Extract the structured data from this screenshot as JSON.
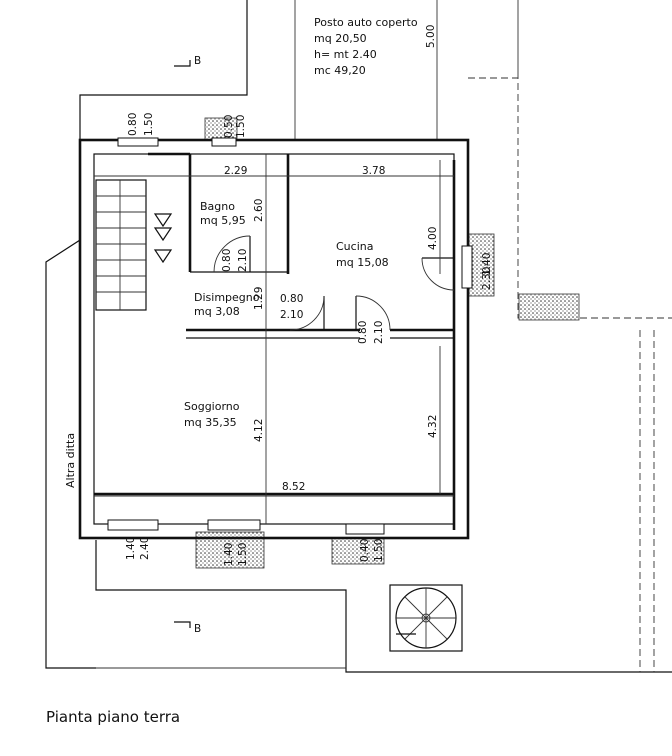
{
  "drawing_title": "Pianta piano terra",
  "section_marker": "B",
  "neighbor_label": "Altra ditta",
  "rooms": {
    "garage": {
      "name": "Posto auto coperto",
      "area": "mq 20,50",
      "height": "h= mt 2.40",
      "volume": "mc 49,20"
    },
    "bagno": {
      "name": "Bagno",
      "area": "mq 5,95"
    },
    "cucina": {
      "name": "Cucina",
      "area": "mq 15,08"
    },
    "disimpegno": {
      "name": "Disimpegno",
      "area": "mq 3,08"
    },
    "soggiorno": {
      "name": "Soggiorno",
      "area": "mq 35,35"
    }
  },
  "dimensions": {
    "garage_depth": "5.00",
    "top_win_w": "0.80",
    "top_win_h": "1.50",
    "hatch_top_a": "0.50",
    "hatch_top_b": "1.50",
    "bagno_width": "2.29",
    "cucina_width": "3.78",
    "bagno_depth": "2.60",
    "bagno_door_w": "0.80",
    "bagno_door_h": "2.10",
    "cucina_depth": "4.00",
    "right_win_w": "1.40",
    "right_win_h": "2.30",
    "disimpegno_depth": "1.29",
    "dis_door_w": "0.80",
    "dis_door_h": "2.10",
    "sog_door_w": "0.80",
    "sog_door_h": "2.10",
    "soggiorno_depth": "4.12",
    "soggiorno_right_depth": "4.32",
    "overall_width": "8.52",
    "bottom_win1_w": "1.40",
    "bottom_win1_h": "2.40",
    "bottom_win2_w": "1.40",
    "bottom_win2_h": "1.50",
    "bottom_win3_w": "0.40",
    "bottom_win3_h": "1.50"
  }
}
